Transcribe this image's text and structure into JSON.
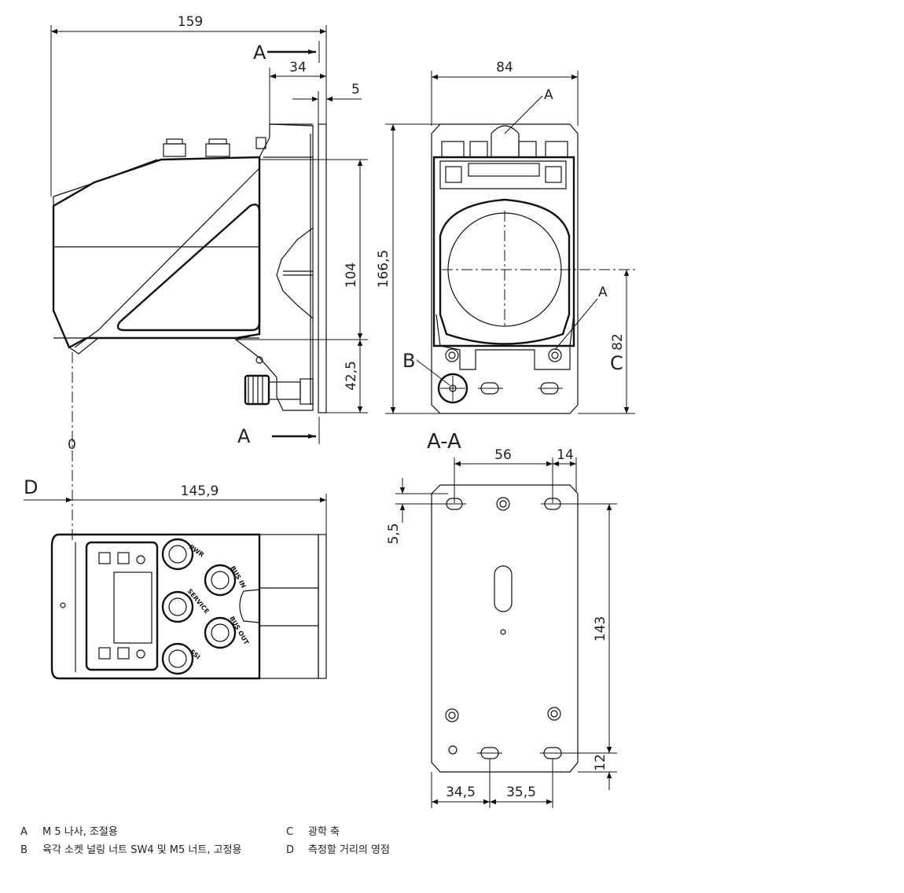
{
  "dimensions": {
    "d159": "159",
    "d34": "34",
    "d5": "5",
    "d84": "84",
    "d104": "104",
    "d1665": "166,5",
    "d425": "42,5",
    "d82": "82",
    "d0": "0",
    "d1459": "145,9",
    "d56": "56",
    "d14": "14",
    "d55": "5,5",
    "d143": "143",
    "d12": "12",
    "d345": "34,5",
    "d355": "35,5"
  },
  "labels": {
    "section_a": "A",
    "section_view": "A-A",
    "marker_a": "A",
    "marker_b": "B",
    "marker_c": "C",
    "marker_d": "D",
    "pwr": "PWR",
    "bus_in": "BUS IN",
    "service": "SERVICE",
    "bus_out": "BUS OUT",
    "ssi": "SSI"
  },
  "legend": [
    {
      "key": "A",
      "text": "M 5 나사, 조절용"
    },
    {
      "key": "B",
      "text": "육각 소켓 널링 너트 SW4 및 M5 너트, 고정용"
    },
    {
      "key": "C",
      "text": "광학 축"
    },
    {
      "key": "D",
      "text": "측정할 거리의 영점"
    }
  ]
}
